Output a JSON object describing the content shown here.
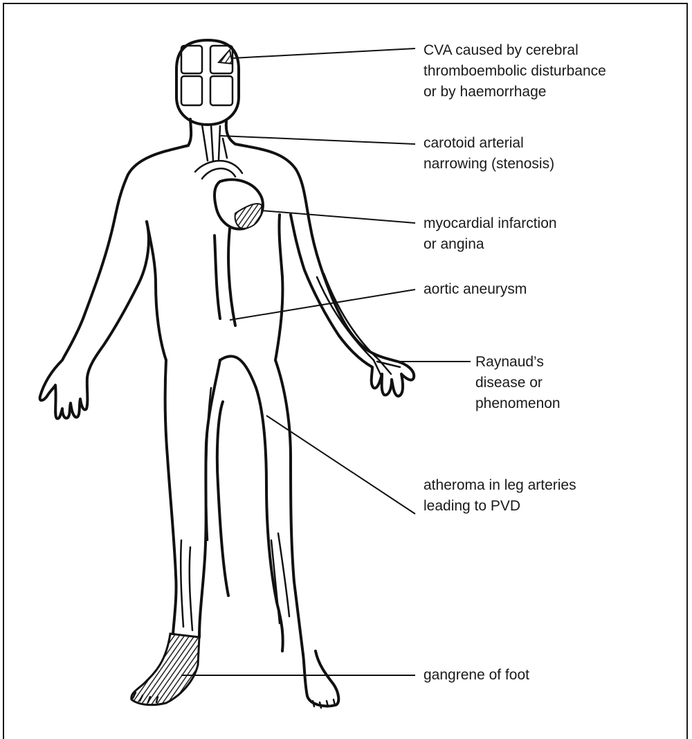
{
  "labels": {
    "cva": [
      "CVA caused by cerebral",
      "thromboembolic disturbance",
      "or by haemorrhage"
    ],
    "carotid": [
      "carotoid arterial",
      "narrowing (stenosis)"
    ],
    "myocardial": [
      "myocardial infarction",
      "or angina"
    ],
    "aortic": [
      "aortic aneurysm"
    ],
    "raynaud": [
      "Raynaud’s",
      "disease or",
      "phenomenon"
    ],
    "atheroma": [
      "atheroma in leg arteries",
      "leading to PVD"
    ],
    "gangrene": [
      "gangrene of foot"
    ]
  },
  "colors": {
    "ink": "#111111",
    "hatch": "#555555",
    "background": "#ffffff"
  }
}
